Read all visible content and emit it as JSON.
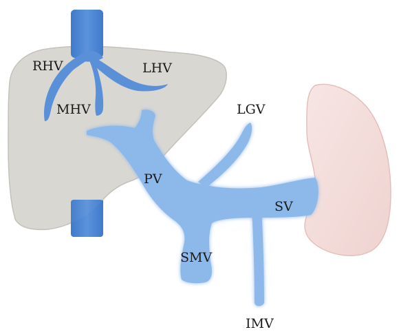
{
  "labels": {
    "rhv": "RHV",
    "lhv": "LHV",
    "mhv": "MHV",
    "lgv": "LGV",
    "pv": "PV",
    "sv": "SV",
    "smv": "SMV",
    "imv": "IMV"
  },
  "colors": {
    "liver": "#d9d7d2",
    "liver_outline": "#c4c1bb",
    "ivc": "#4a85d3",
    "hepatic_veins": "#5a90d8",
    "portal_system": "#8db8ea",
    "portal_glow": "#cfe3f7",
    "spleen": "#f2dcda",
    "spleen_outline": "#e3bfbc"
  }
}
